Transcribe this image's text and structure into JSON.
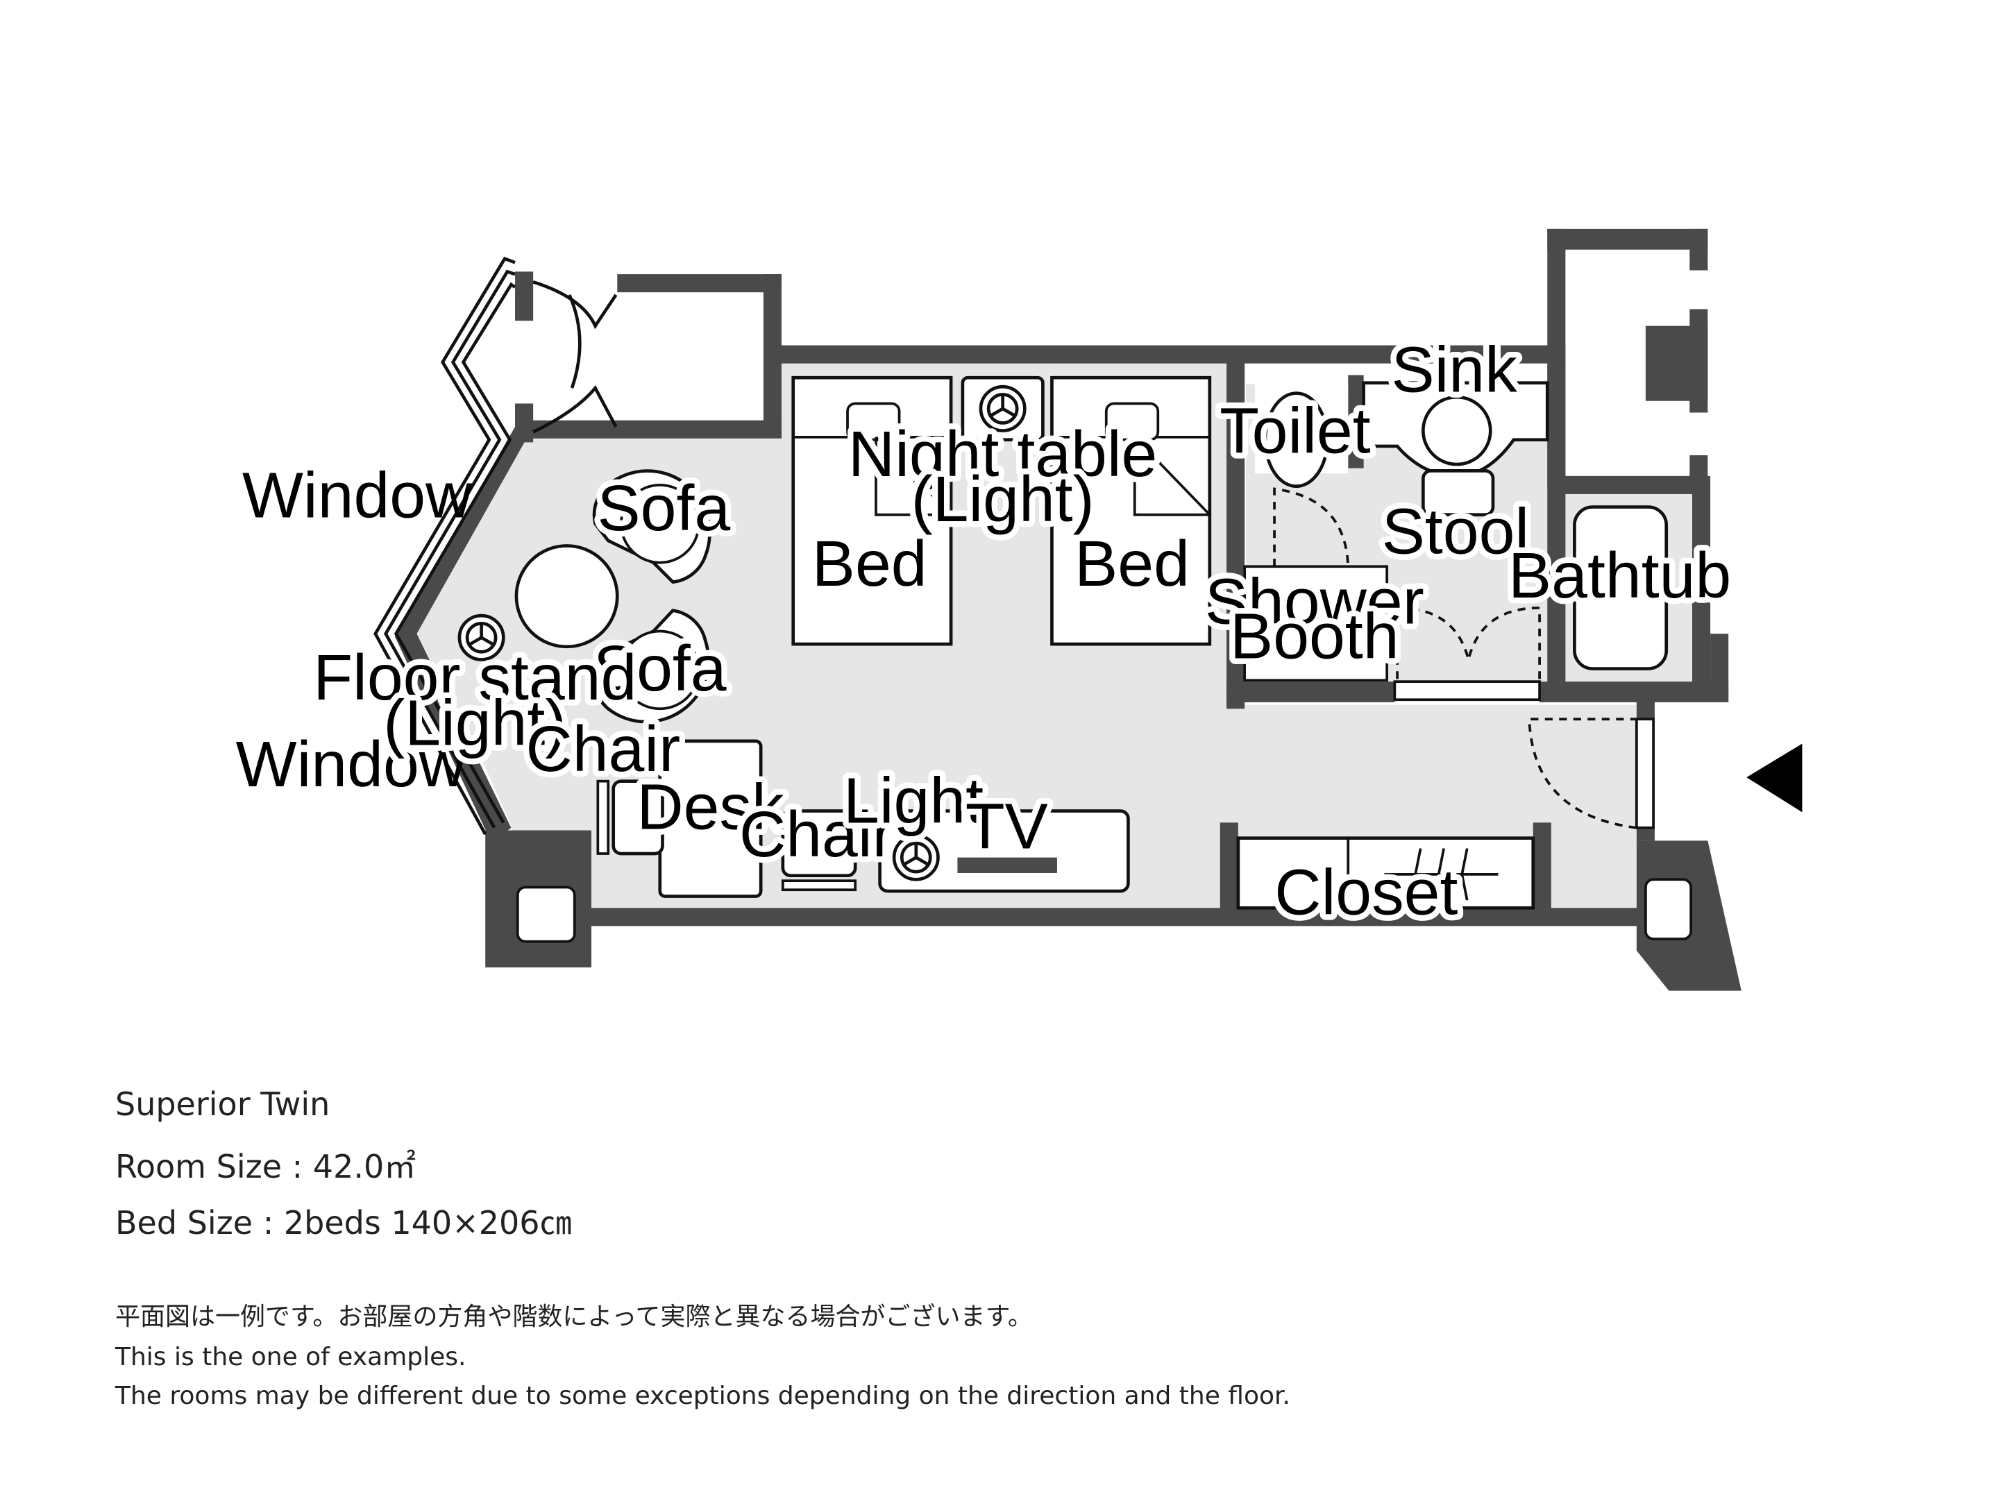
{
  "floor_plan": {
    "labels": {
      "window_upper": "Window",
      "window_lower": "Window",
      "sofa_upper": "Sofa",
      "sofa_lower": "Sofa",
      "floor_stand_line1": "Floor stand",
      "floor_stand_line2": "(Light)",
      "night_table_line1": "Night table",
      "night_table_line2": "(Light)",
      "bed_left": "Bed",
      "bed_right": "Bed",
      "chair_desk": "Chair",
      "desk": "Desk",
      "chair_tv": "Chair",
      "light": "Light",
      "tv": "TV",
      "closet": "Closet",
      "toilet": "Toilet",
      "sink": "Sink",
      "stool": "Stool",
      "shower_line1": "Shower",
      "shower_line2": "Booth",
      "bathtub": "Bathtub"
    },
    "colors": {
      "wall": "#4a4a4a",
      "floor": "#e6e6e6",
      "furniture": "#ffffff",
      "line": "#111111"
    },
    "icons": [
      "light-icon",
      "entrance-arrow-icon"
    ]
  },
  "info": {
    "room_name": "Superior Twin",
    "room_size": "Room Size : 42.0㎡",
    "bed_size": "Bed Size : 2beds 140×206㎝",
    "note_ja": "平面図は一例です。お部屋の方角や階数によって実際と異なる場合がございます。",
    "note_en1": "This is the one of examples.",
    "note_en2": "The rooms may be different due to some exceptions depending on the direction and the floor."
  }
}
